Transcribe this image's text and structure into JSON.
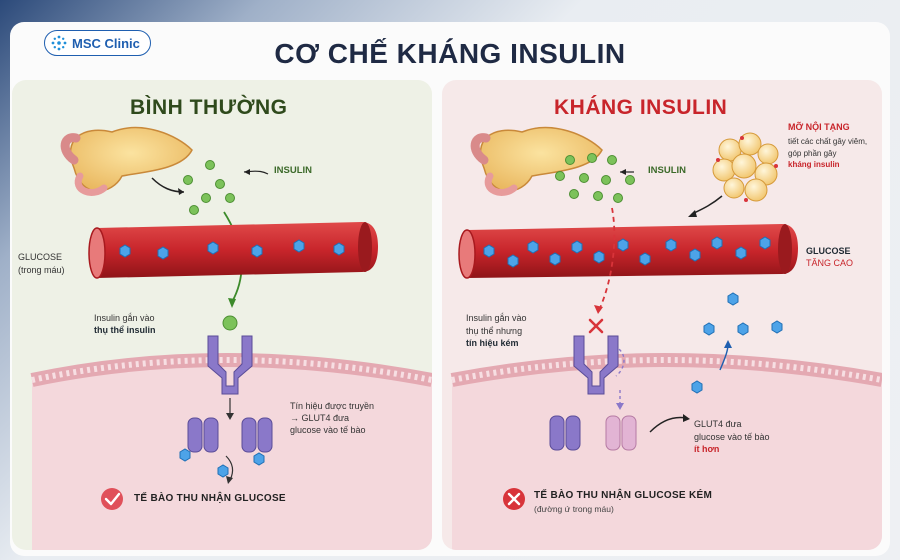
{
  "brand": {
    "name": "MSC Clinic"
  },
  "title": "CƠ CHẾ KHÁNG INSULIN",
  "normal": {
    "heading": "BÌNH THƯỜNG",
    "insulin_label": "INSULIN",
    "glucose_label": "GLUCOSE",
    "glucose_sub": "(trong máu)",
    "binding_line1": "Insulin gắn vào",
    "binding_line2": "thụ thể insulin",
    "signal_line1": "Tín hiệu được truyền",
    "signal_line2": "→ GLUT4 đưa",
    "signal_line3": "glucose vào tế bào",
    "status": "TẾ BÀO THU NHẬN GLUCOSE"
  },
  "resistant": {
    "heading": "KHÁNG INSULIN",
    "insulin_label": "INSULIN",
    "fat_title": "MỠ NỘI TẠNG",
    "fat_line1": "tiết các chất gây viêm,",
    "fat_line2": "góp phần gây",
    "fat_line3": "kháng insulin",
    "glucose_label": "GLUCOSE",
    "glucose_high": "TĂNG CAO",
    "binding_line1": "Insulin gắn vào",
    "binding_line2": "thụ thể nhưng",
    "binding_line3": "tín hiệu kém",
    "glut_line1": "GLUT4 đưa",
    "glut_line2": "glucose vào tế bào",
    "glut_line3": "ít hơn",
    "status": "TẾ BÀO THU NHẬN GLUCOSE KÉM",
    "status_sub": "(đường ứ trong máu)"
  },
  "colors": {
    "insulin": "#7cc25a",
    "glucose": "#4da3e8",
    "vessel": "#c8252b",
    "receptor": "#8a78c9",
    "check": "#e0505a",
    "cross": "#d8343a"
  },
  "icons": [
    "check-icon",
    "cross-icon",
    "pancreas-icon",
    "fat-cell-icon"
  ]
}
